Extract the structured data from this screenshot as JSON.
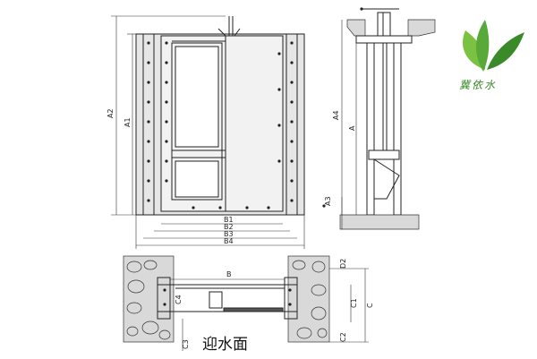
{
  "caption": "迎水面",
  "brand": {
    "name": "冀依水",
    "colors": [
      "#7cc242",
      "#3a8a2a"
    ],
    "icon": "leaf-logo-icon"
  },
  "front_view": {
    "labels": {
      "a1": "A1",
      "a2": "A2",
      "b1": "B1",
      "b2": "B2",
      "b3": "B3",
      "b4": "B4"
    }
  },
  "side_view": {
    "labels": {
      "a": "A",
      "a3": "A3",
      "a4": "A4"
    }
  },
  "plan_view": {
    "labels": {
      "b": "B",
      "c": "C",
      "c1": "C1",
      "c2": "C2",
      "c3": "C3",
      "c4": "C4",
      "d2": "D2"
    }
  }
}
